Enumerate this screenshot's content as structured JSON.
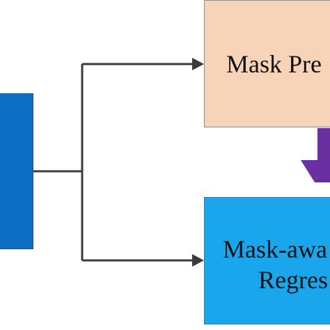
{
  "diagram": {
    "nodes": {
      "mask_prediction": {
        "label": "Mask Pre"
      },
      "mask_aware_regression": {
        "line1": "Mask-awa",
        "line2": "Regres"
      }
    },
    "colors": {
      "left_block": "#0b6ec4",
      "mask_prediction_fill": "#f7d4b8",
      "mask_regression_fill": "#1aa6ec",
      "connector": "#3a3a3a",
      "down_arrow": "#6a2fa0"
    }
  }
}
